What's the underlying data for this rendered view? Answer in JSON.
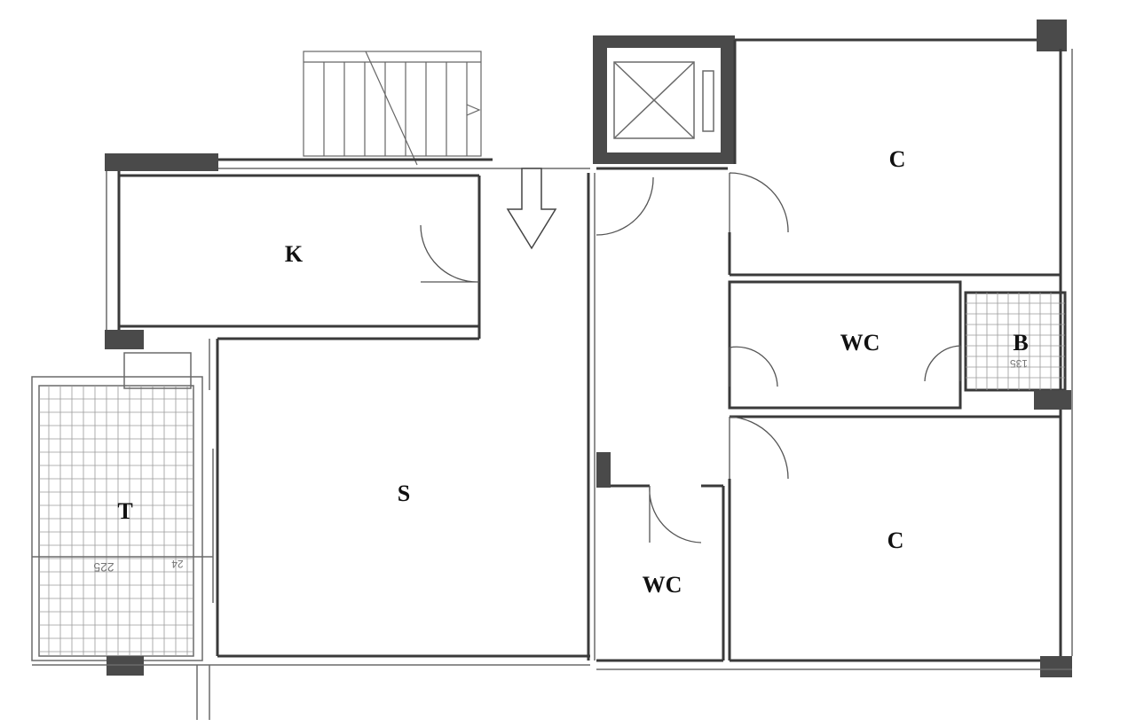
{
  "rooms": {
    "kitchen": "K",
    "living": "S",
    "terrace": "T",
    "bedroom_top": "C",
    "bedroom_bottom": "C",
    "wc_right": "WC",
    "wc_left": "WC",
    "bathroom": "B"
  },
  "dimensions": {
    "terrace_width": "225",
    "terrace_side": "24",
    "bathroom_size": "135"
  }
}
